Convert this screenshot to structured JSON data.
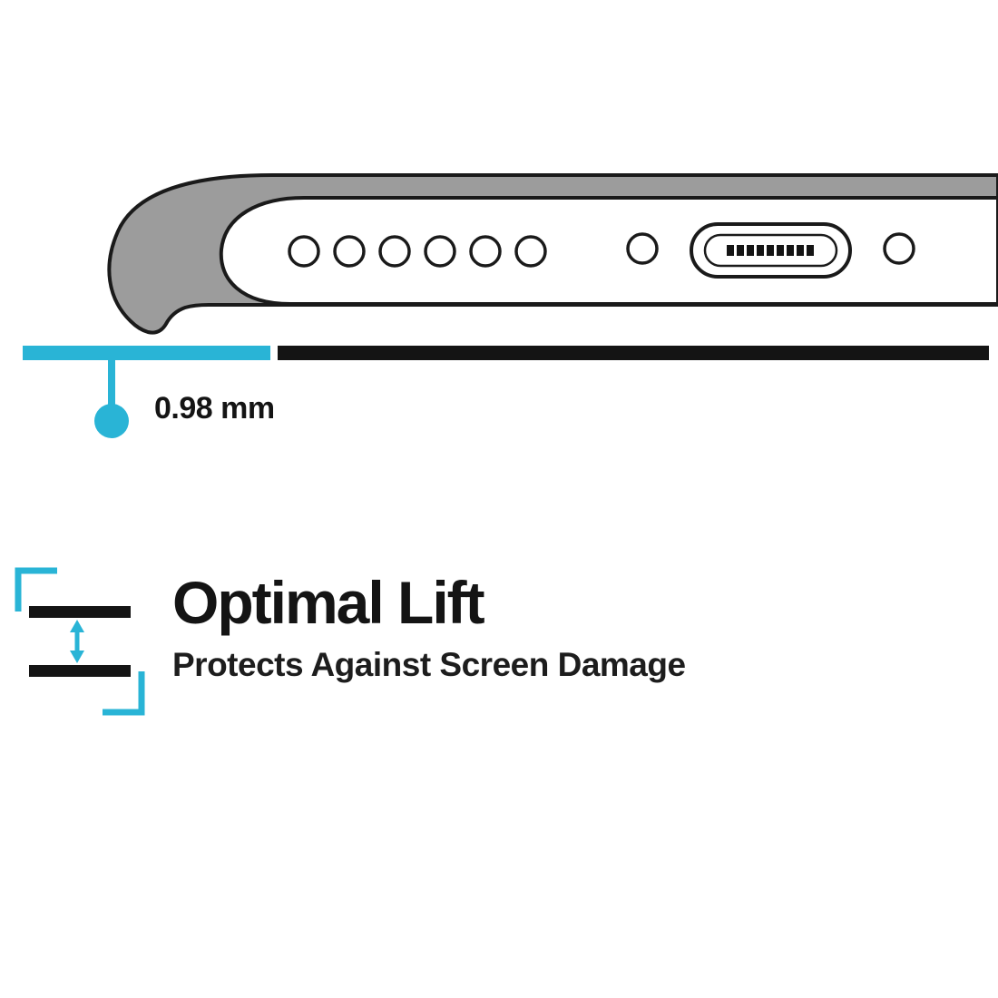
{
  "image": {
    "type": "product-feature-illustration",
    "subject": "Phone bottom edge inside protective case resting face-down, showing raised case lip above surface"
  },
  "measurement": {
    "value": "0.98 mm"
  },
  "feature": {
    "title": "Optimal Lift",
    "subtitle": "Protects Against Screen Damage"
  },
  "colors": {
    "accent_cyan": "#29b4d6",
    "ink_black": "#141414",
    "case_gray": "#9c9c9c",
    "white": "#ffffff"
  },
  "icons": {
    "phone_illustration": "phone-bottom-edge-in-case-icon",
    "lift_icon": "vertical-gap-double-arrow-icon"
  }
}
